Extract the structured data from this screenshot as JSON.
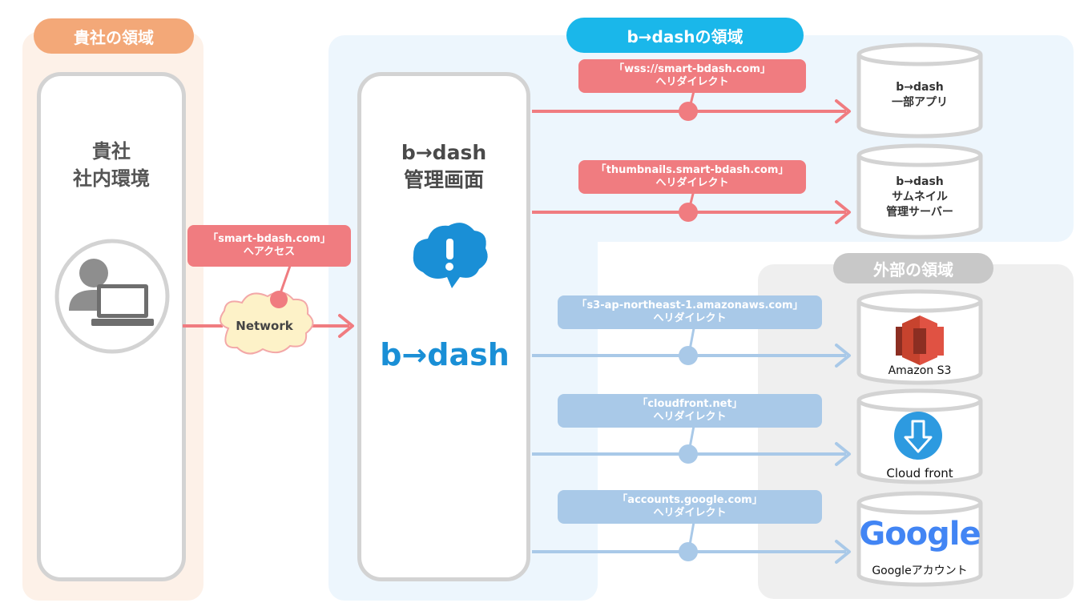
{
  "zones": {
    "company": {
      "label": "貴社の領域"
    },
    "bdash": {
      "label": "b→dashの領域"
    },
    "external": {
      "label": "外部の領域"
    }
  },
  "company_env": {
    "line1": "貴社",
    "line2": "社内環境"
  },
  "network": {
    "label": "Network"
  },
  "access_tag": {
    "line1": "「smart-bdash.com」",
    "line2": "へアクセス"
  },
  "admin": {
    "line1": "b→dash",
    "line2": "管理画面",
    "logo_text": "b→dash"
  },
  "redirects": [
    {
      "line1": "「wss://smart-bdash.com」",
      "line2": "へリダイレクト"
    },
    {
      "line1": "「thumbnails.smart-bdash.com」",
      "line2": "へリダイレクト"
    },
    {
      "line1": "「s3-ap-northeast-1.amazonaws.com」",
      "line2": "へリダイレクト"
    },
    {
      "line1": "「cloudfront.net」",
      "line2": "へリダイレクト"
    },
    {
      "line1": "「accounts.google.com」",
      "line2": "へリダイレクト"
    }
  ],
  "destinations": [
    {
      "line1": "b→dash",
      "line2": "一部アプリ"
    },
    {
      "line1": "b→dash",
      "line2": "サムネイル",
      "line3": "管理サーバー"
    },
    {
      "label": "Amazon S3"
    },
    {
      "label": "Cloud front"
    },
    {
      "logo": "Google",
      "label": "Googleアカウント"
    }
  ],
  "colors": {
    "company_zone_bg": "#fdf1e8",
    "company_pill": "#f3a878",
    "bdash_zone_bg": "#edf6fd",
    "bdash_pill": "#1ab7ea",
    "external_zone_bg": "#efefef",
    "external_pill": "#c8c8c8",
    "red": "#f07c80",
    "blue": "#a9c9e8",
    "logo_blue": "#1a8fd6"
  }
}
